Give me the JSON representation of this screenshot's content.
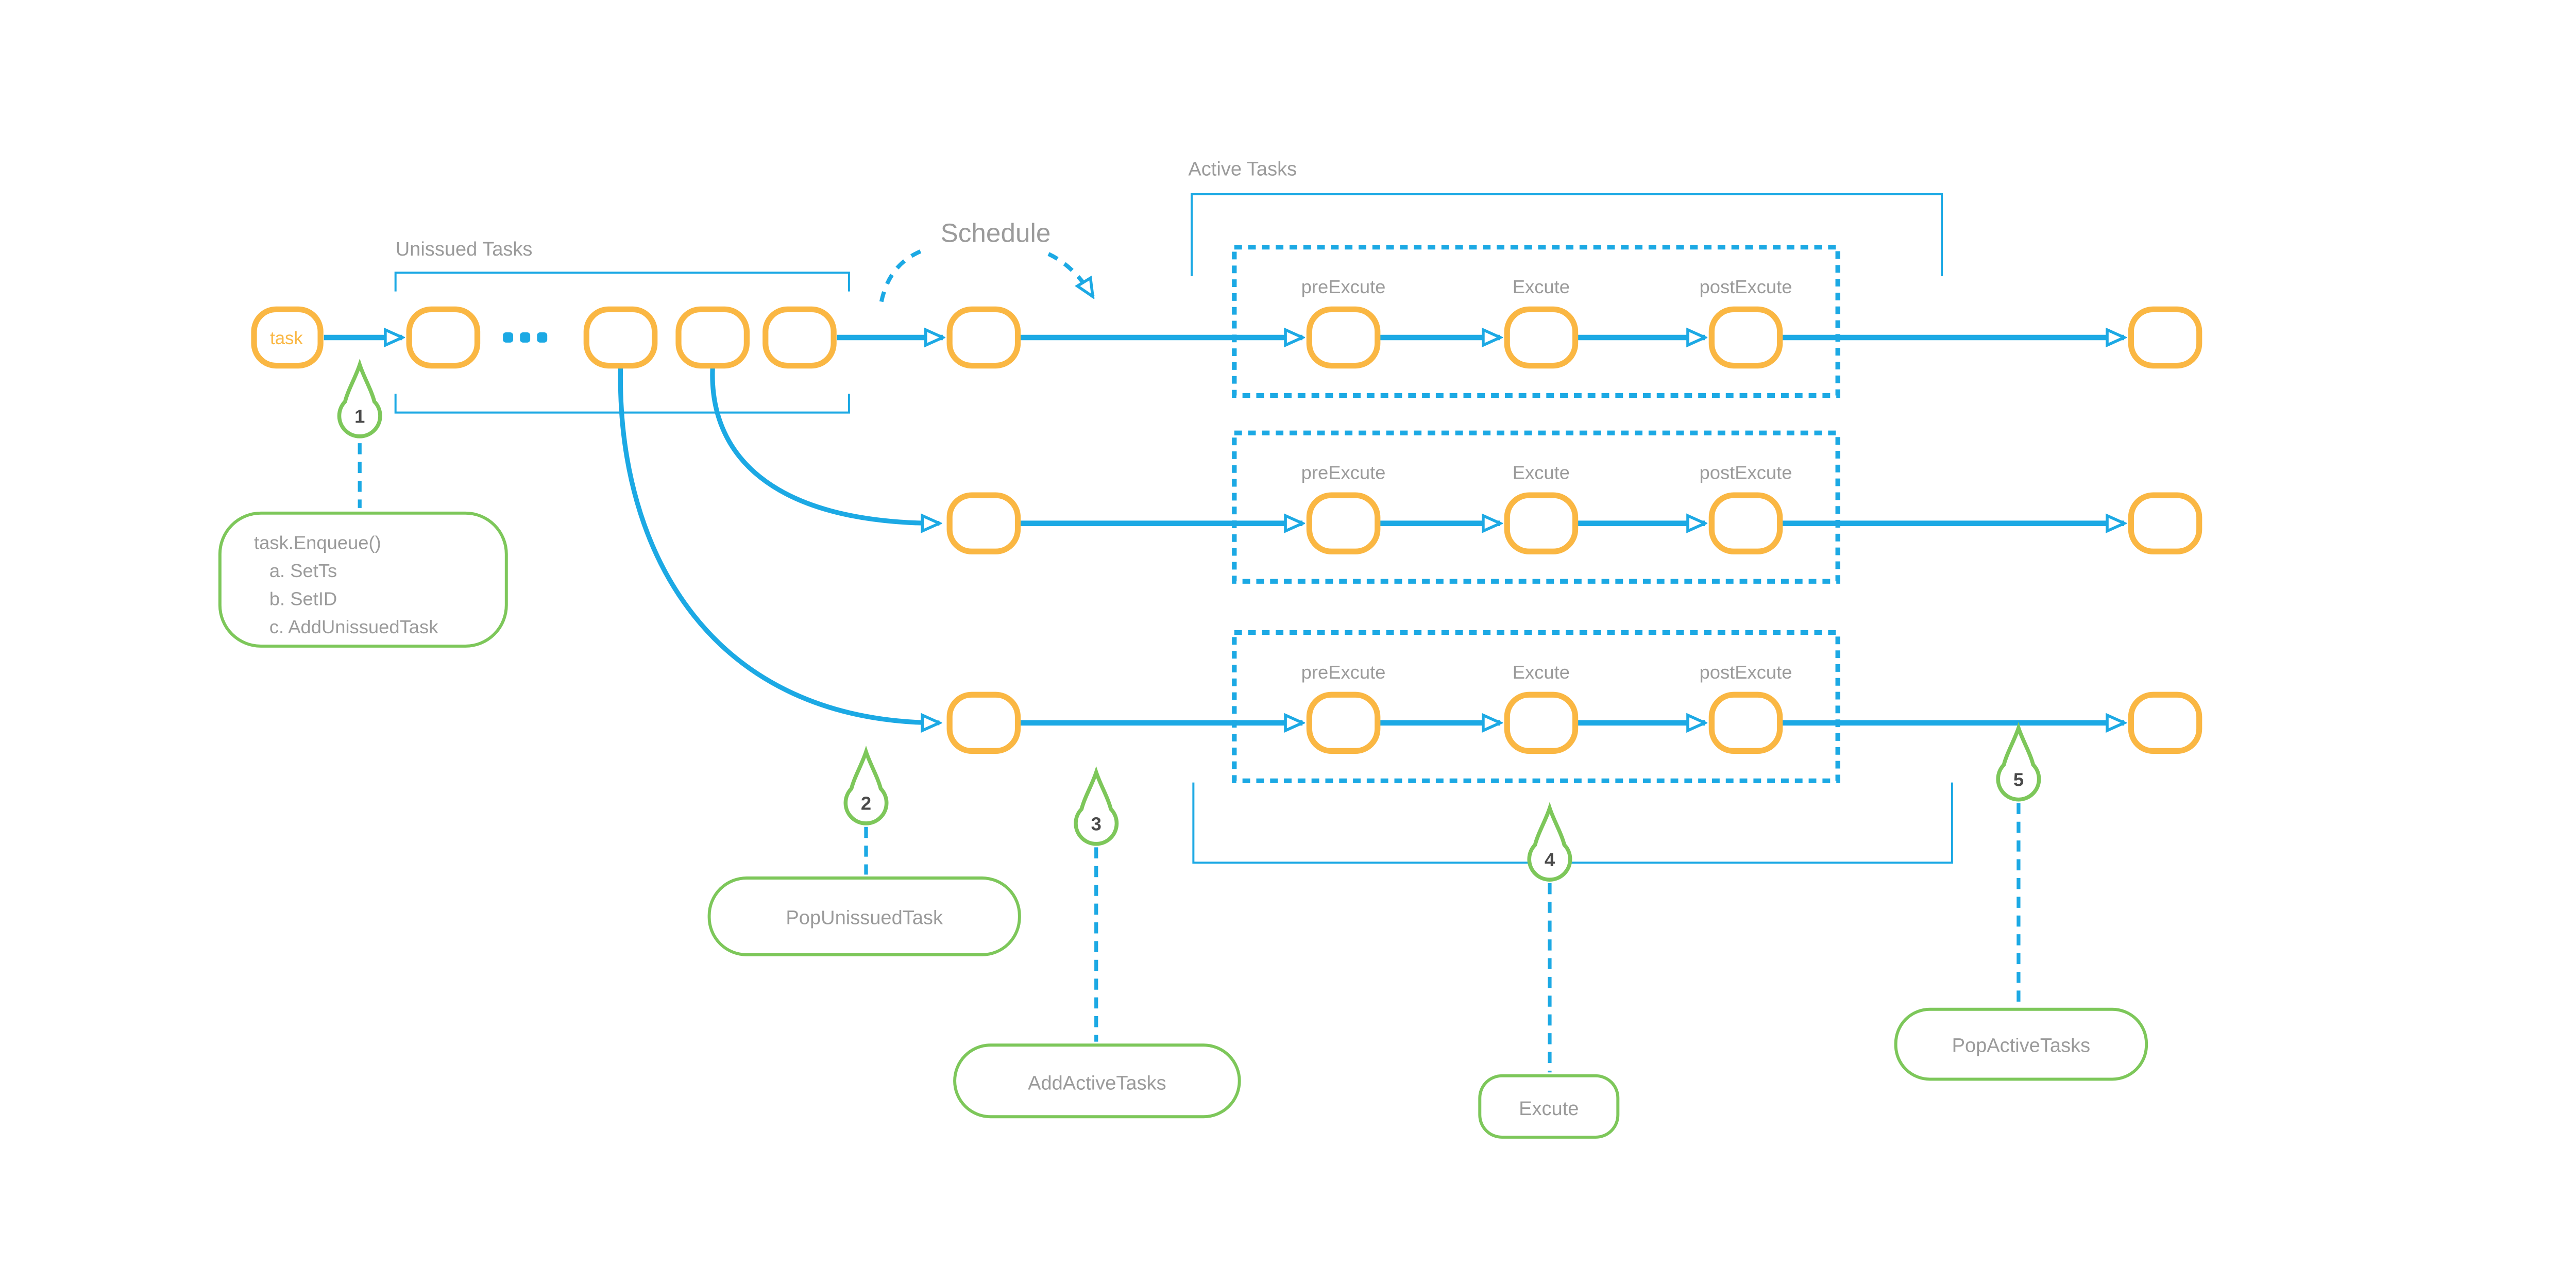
{
  "title": "Task scheduling flow diagram",
  "colors": {
    "blue": "#1ca9e4",
    "orange": "#fab743",
    "green": "#7dc75a",
    "gray": "#9b9b9b",
    "dark": "#4a4a4a",
    "background": "#ffffff"
  },
  "labels": {
    "task_node": "task",
    "unissued_tasks": "Unissued Tasks",
    "schedule": "Schedule",
    "active_tasks": "Active Tasks",
    "pre_execute": "preExcute",
    "execute": "Excute",
    "post_execute": "postExcute"
  },
  "annotations": {
    "marker1": {
      "number": "1",
      "note_line1": "task.Enqueue()",
      "note_line2": "a. SetTs",
      "note_line3": "b. SetID",
      "note_line4": "c. AddUnissuedTask"
    },
    "marker2": {
      "number": "2",
      "note": "PopUnissuedTask"
    },
    "marker3": {
      "number": "3",
      "note": "AddActiveTasks"
    },
    "marker4": {
      "number": "4",
      "note": "Excute"
    },
    "marker5": {
      "number": "5",
      "note": "PopActiveTasks"
    }
  }
}
